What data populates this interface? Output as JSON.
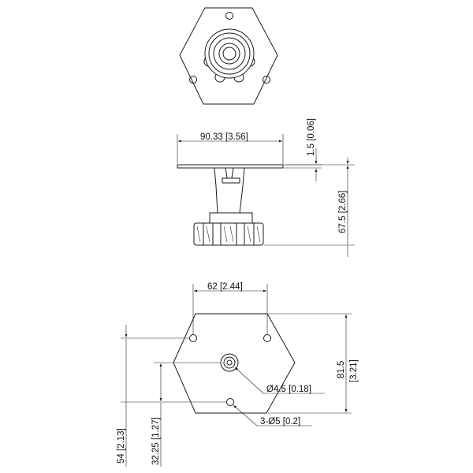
{
  "dimensions": {
    "top_width": "90.33  [3.56]",
    "plate_thickness": "1.5  [0.06]",
    "total_height": "67.5  [2.66]",
    "hole_spacing": "62  [2.44]",
    "bottom_height": "81.5",
    "bottom_height_in": "[3.21]",
    "center_hole": "Ø4.5  [0.18]",
    "mount_holes": "3-Ø5  [0.2]",
    "hole_offset_54": "54  [2.13]",
    "hole_offset_3225": "32.25  [1.27]"
  }
}
